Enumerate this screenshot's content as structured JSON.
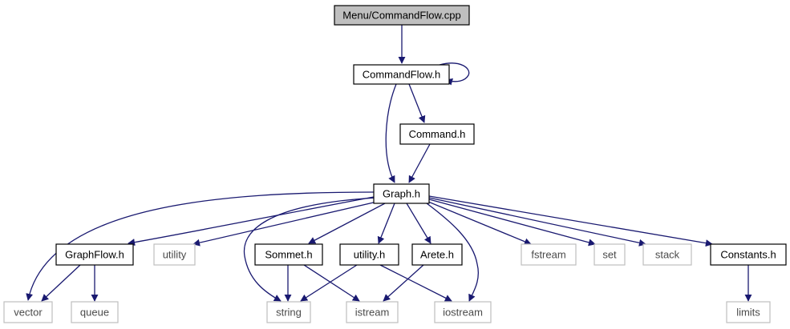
{
  "diagram": {
    "type": "include-dependency-graph",
    "root": "Menu/CommandFlow.cpp",
    "colors": {
      "edge": "#191970",
      "root_fill": "#bfbfbf",
      "internal_border": "#000000",
      "external_border": "#bfbfbf"
    },
    "nodes": [
      {
        "id": "root",
        "label": "Menu/CommandFlow.cpp",
        "kind": "root"
      },
      {
        "id": "commandflow_h",
        "label": "CommandFlow.h",
        "kind": "internal"
      },
      {
        "id": "command_h",
        "label": "Command.h",
        "kind": "internal"
      },
      {
        "id": "graph_h",
        "label": "Graph.h",
        "kind": "internal"
      },
      {
        "id": "graphflow_h",
        "label": "GraphFlow.h",
        "kind": "internal"
      },
      {
        "id": "utility",
        "label": "utility",
        "kind": "external"
      },
      {
        "id": "sommet_h",
        "label": "Sommet.h",
        "kind": "internal"
      },
      {
        "id": "utility_h",
        "label": "utility.h",
        "kind": "internal"
      },
      {
        "id": "arete_h",
        "label": "Arete.h",
        "kind": "internal"
      },
      {
        "id": "fstream",
        "label": "fstream",
        "kind": "external"
      },
      {
        "id": "set",
        "label": "set",
        "kind": "external"
      },
      {
        "id": "stack",
        "label": "stack",
        "kind": "external"
      },
      {
        "id": "constants_h",
        "label": "Constants.h",
        "kind": "internal"
      },
      {
        "id": "vector",
        "label": "vector",
        "kind": "external"
      },
      {
        "id": "queue",
        "label": "queue",
        "kind": "external"
      },
      {
        "id": "string",
        "label": "string",
        "kind": "external"
      },
      {
        "id": "istream",
        "label": "istream",
        "kind": "external"
      },
      {
        "id": "iostream",
        "label": "iostream",
        "kind": "external"
      },
      {
        "id": "limits",
        "label": "limits",
        "kind": "external"
      }
    ],
    "edges": [
      {
        "from": "root",
        "to": "commandflow_h"
      },
      {
        "from": "commandflow_h",
        "to": "commandflow_h"
      },
      {
        "from": "commandflow_h",
        "to": "command_h"
      },
      {
        "from": "commandflow_h",
        "to": "graph_h"
      },
      {
        "from": "command_h",
        "to": "graph_h"
      },
      {
        "from": "graph_h",
        "to": "vector"
      },
      {
        "from": "graph_h",
        "to": "graphflow_h"
      },
      {
        "from": "graph_h",
        "to": "utility"
      },
      {
        "from": "graph_h",
        "to": "string"
      },
      {
        "from": "graph_h",
        "to": "sommet_h"
      },
      {
        "from": "graph_h",
        "to": "utility_h"
      },
      {
        "from": "graph_h",
        "to": "arete_h"
      },
      {
        "from": "graph_h",
        "to": "iostream"
      },
      {
        "from": "graph_h",
        "to": "fstream"
      },
      {
        "from": "graph_h",
        "to": "set"
      },
      {
        "from": "graph_h",
        "to": "stack"
      },
      {
        "from": "graph_h",
        "to": "constants_h"
      },
      {
        "from": "graphflow_h",
        "to": "vector"
      },
      {
        "from": "graphflow_h",
        "to": "queue"
      },
      {
        "from": "sommet_h",
        "to": "string"
      },
      {
        "from": "sommet_h",
        "to": "istream"
      },
      {
        "from": "utility_h",
        "to": "string"
      },
      {
        "from": "utility_h",
        "to": "iostream"
      },
      {
        "from": "arete_h",
        "to": "istream"
      },
      {
        "from": "constants_h",
        "to": "limits"
      }
    ]
  }
}
